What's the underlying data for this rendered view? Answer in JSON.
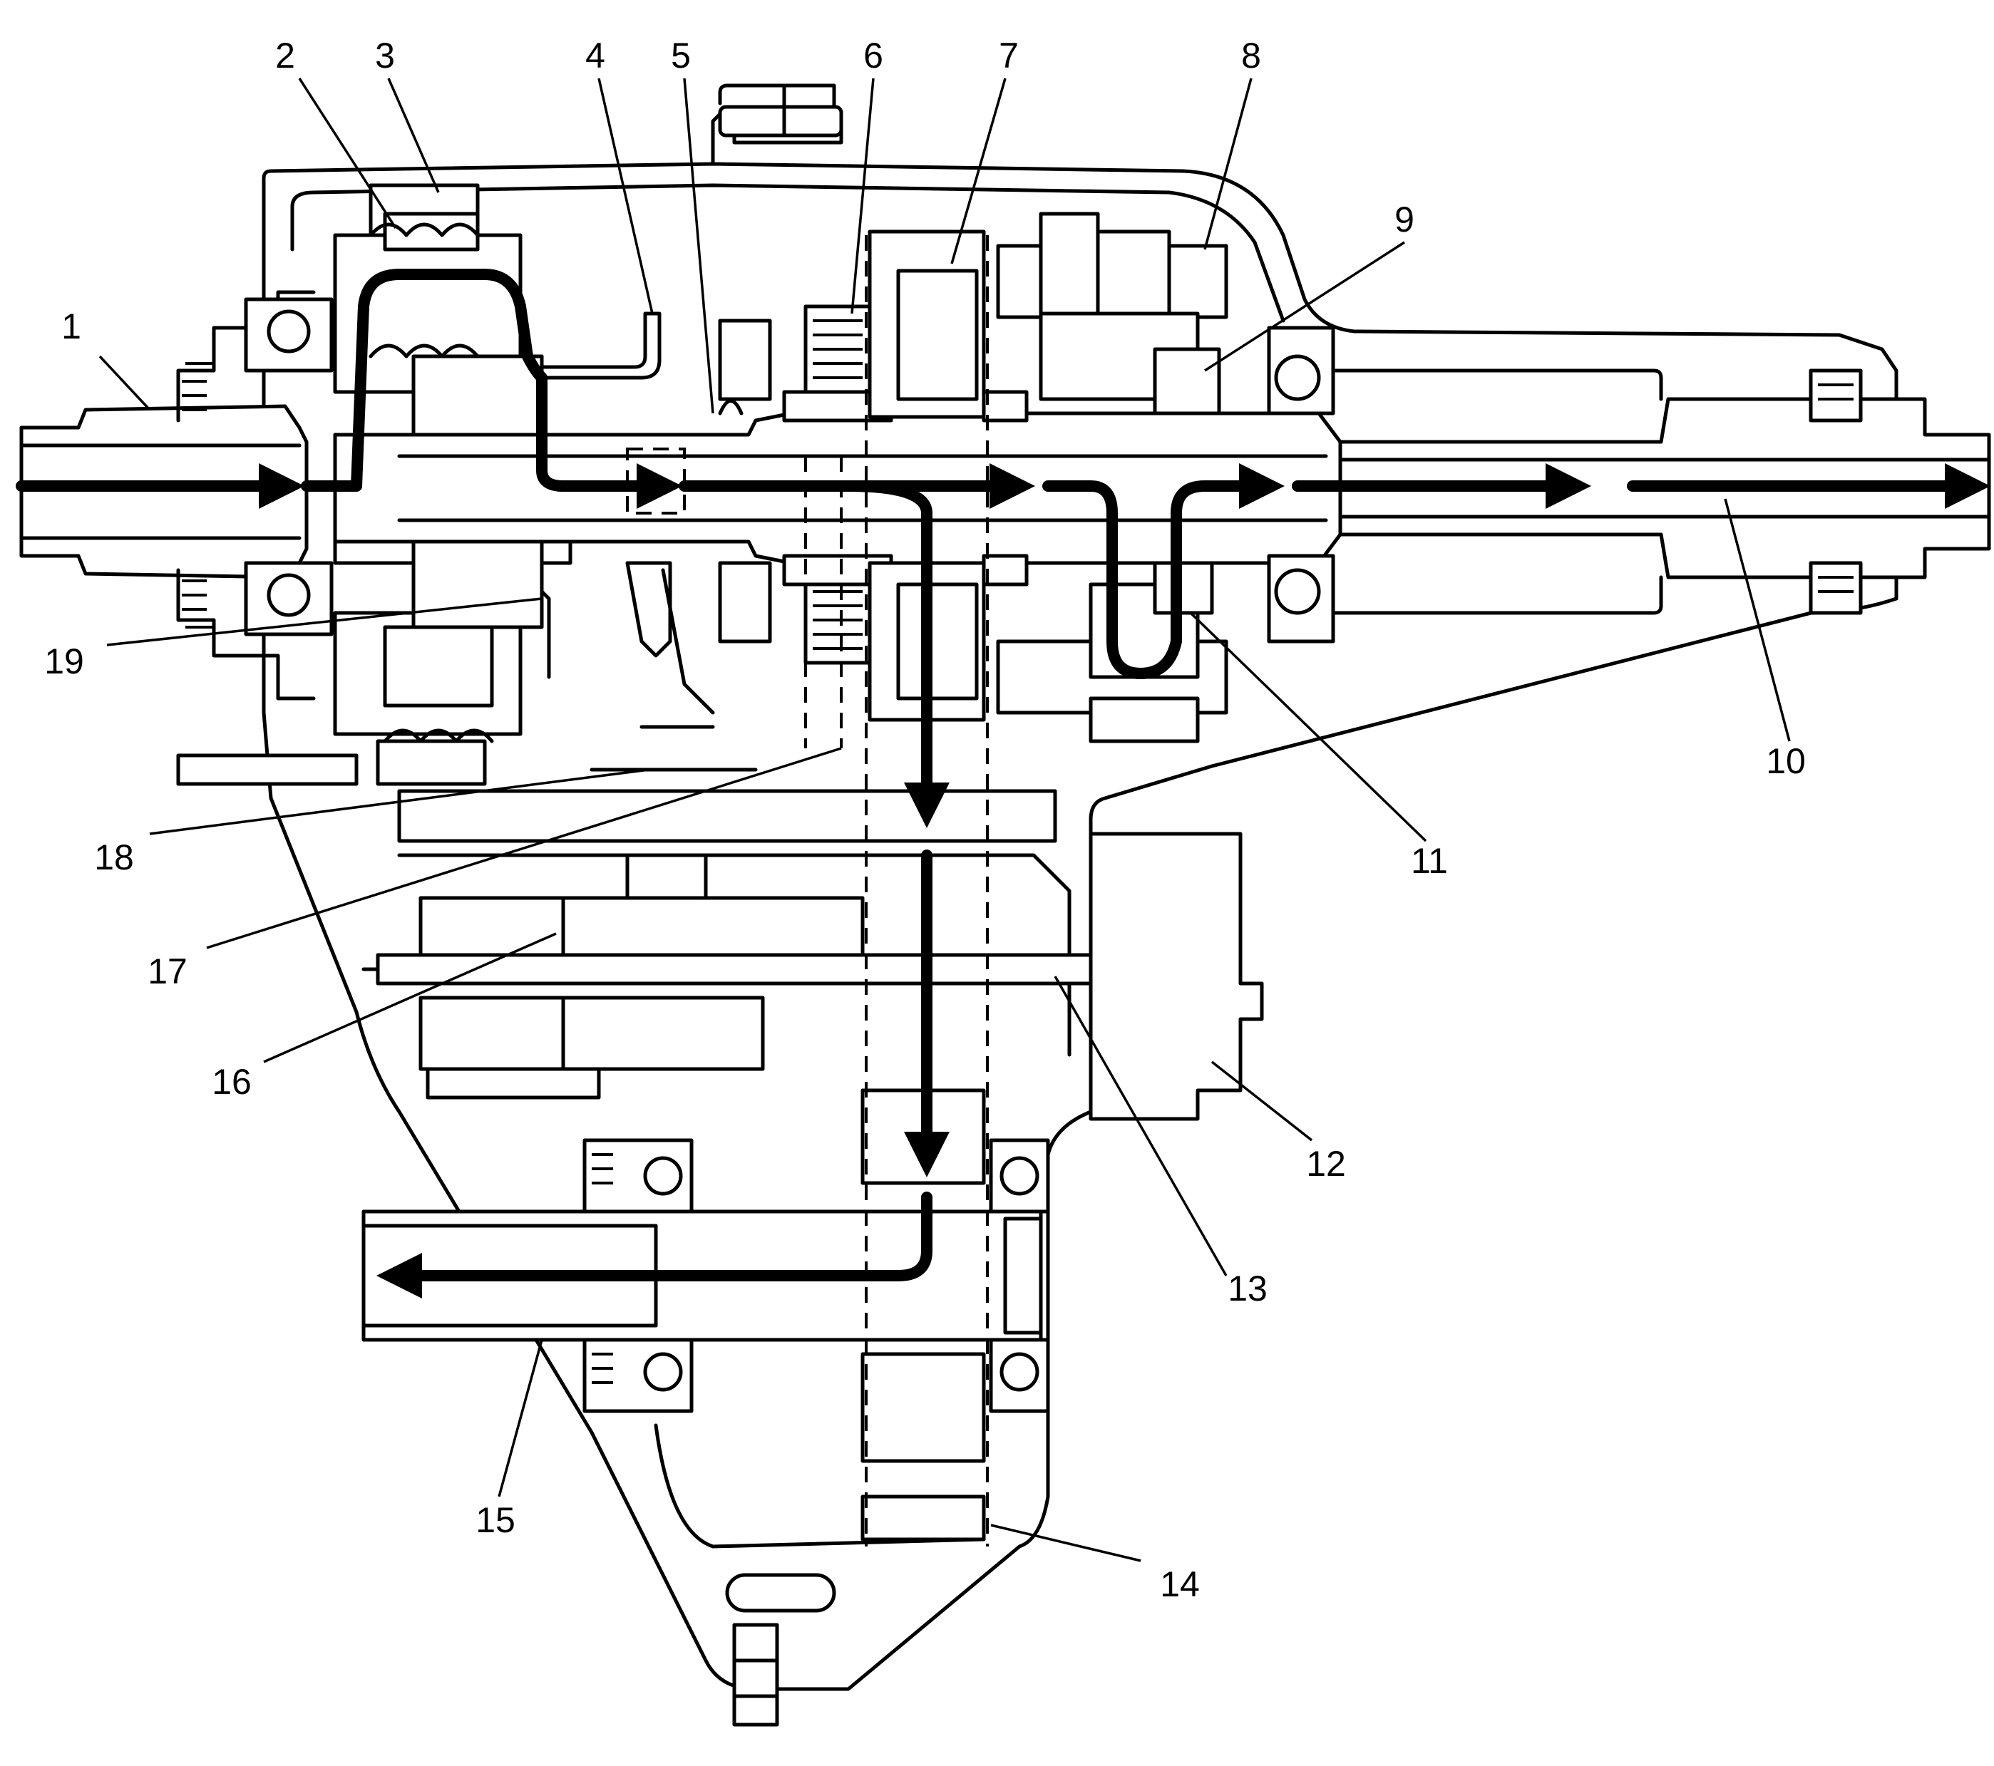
{
  "callouts": [
    "1",
    "2",
    "3",
    "4",
    "5",
    "6",
    "7",
    "8",
    "9",
    "10",
    "11",
    "12",
    "13",
    "14",
    "15",
    "16",
    "17",
    "18",
    "19"
  ],
  "colors": {
    "line": "#000000",
    "background": "#ffffff"
  }
}
